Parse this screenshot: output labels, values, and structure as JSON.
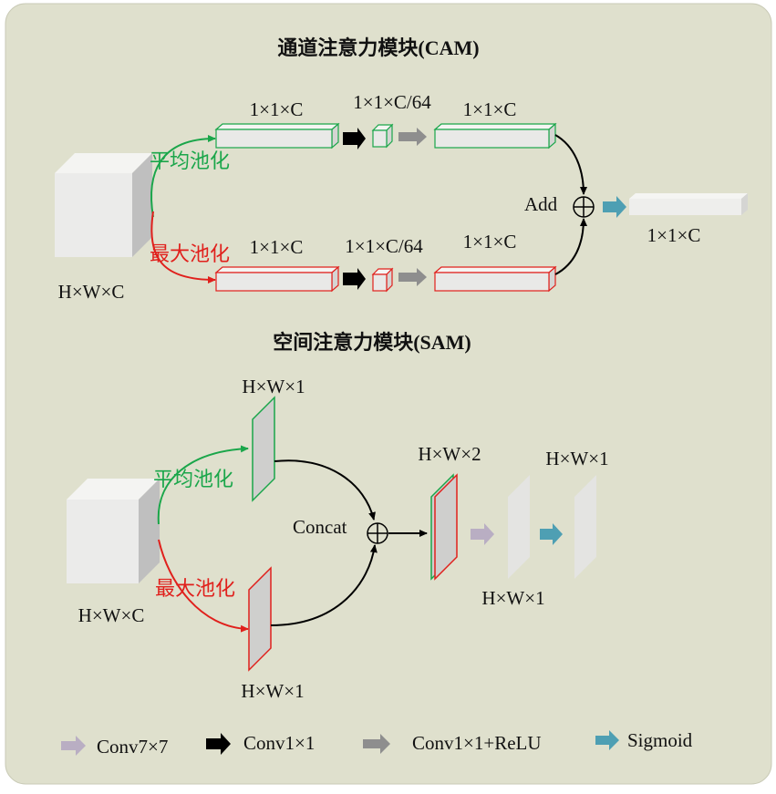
{
  "cam": {
    "title": "通道注意力模块(CAM)",
    "input_label": "H×W×C",
    "avg_pool_label": "平均池化",
    "max_pool_label": "最大池化",
    "top_vec1_label": "1×1×C",
    "top_mid_label": "1×1×C/64",
    "top_vec2_label": "1×1×C",
    "bot_vec1_label": "1×1×C",
    "bot_mid_label": "1×1×C/64",
    "bot_vec2_label": "1×1×C",
    "add_label": "Add",
    "output_label": "1×1×C"
  },
  "sam": {
    "title": "空间注意力模块(SAM)",
    "input_label": "H×W×C",
    "avg_pool_label": "平均池化",
    "max_pool_label": "最大池化",
    "avg_map_label": "H×W×1",
    "max_map_label": "H×W×1",
    "concat_label": "Concat",
    "concat_map_label": "H×W×2",
    "conv_map_label": "H×W×1",
    "out_map_label": "H×W×1"
  },
  "legend": {
    "conv7": "Conv7×7",
    "conv1": "Conv1×1",
    "conv1_relu": "Conv1×1+ReLU",
    "sigmoid": "Sigmoid"
  },
  "colors": {
    "background": "#dfe0cd",
    "green": "#1aa64a",
    "red": "#e0201c",
    "conv7": "#b9aec3",
    "conv1": "#000000",
    "conv1_relu": "#8e8e8e",
    "sigmoid": "#4e9fb3"
  }
}
